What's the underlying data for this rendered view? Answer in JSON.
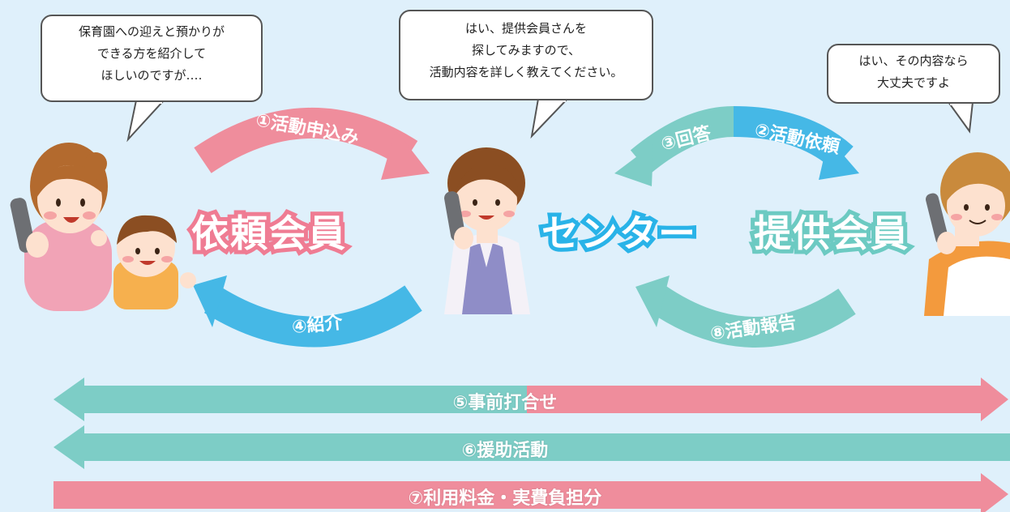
{
  "bubbles": {
    "requester": {
      "line1": "保育園への迎えと預かりが",
      "line2": "できる方を紹介して",
      "line3": "ほしいのですが‥‥"
    },
    "center": {
      "line1": "はい、提供会員さんを",
      "line2": "探してみますので、",
      "line3": "活動内容を詳しく教えてください。"
    },
    "provider": {
      "line1": "はい、その内容なら",
      "line2": "大丈夫ですよ"
    }
  },
  "roles": {
    "requester": "依頼会員",
    "center": "センター",
    "provider": "提供会員"
  },
  "arrows": {
    "step1": "①活動申込み",
    "step2": "②活動依頼",
    "step3": "③回答",
    "step4": "④紹介",
    "step8": "⑧活動報告"
  },
  "bars": {
    "step5": "⑤事前打合せ",
    "step6": "⑥援助活動",
    "step7": "⑦利用料金・実費負担分"
  },
  "colors": {
    "pink": "#ef8d9c",
    "blue": "#45b8e6",
    "teal": "#7dcdc6",
    "background": "#dff0fb"
  }
}
